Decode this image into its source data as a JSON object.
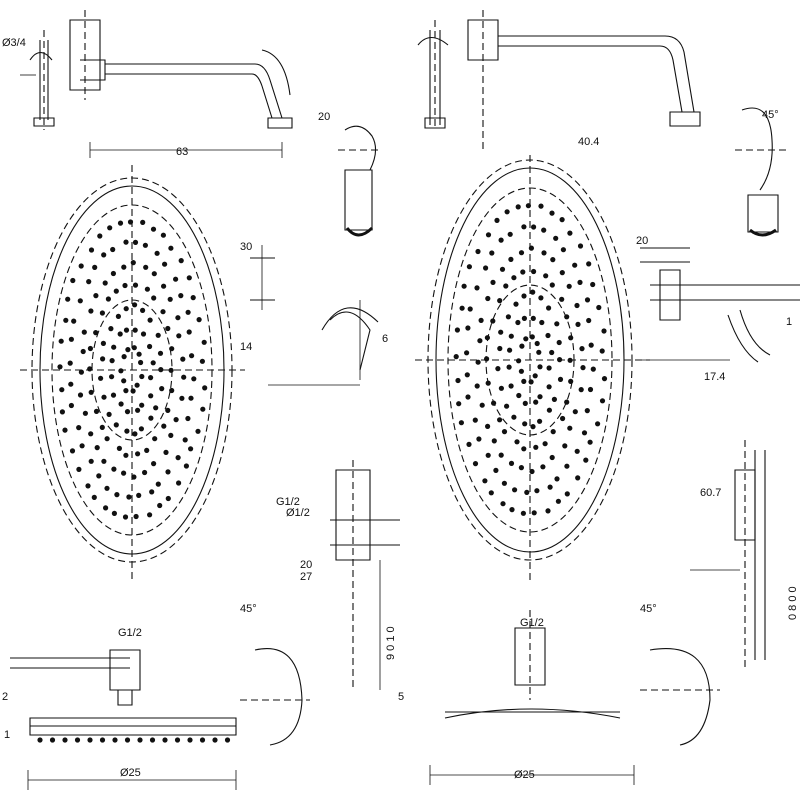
{
  "drawing": {
    "colors": {
      "line": "#111111",
      "background": "#ffffff"
    },
    "labels": {
      "tl_dia": "Ø3/4",
      "tl_pipe_len": "63",
      "tl_nozzle_20": "20",
      "tr_pipe_len": "40.4",
      "tr_angle": "45°",
      "mid_30": "30",
      "mid_6": "6",
      "mid_14": "14",
      "right_20": "20",
      "right_17": "17.4",
      "right_1": "1",
      "center_g12": "G1/2",
      "center_d1_2": "Ø1/2",
      "center_20": "20",
      "center_27": "27",
      "center_901": "9 0 1 0",
      "right_607": "60.7",
      "right_0800": "0 8 0 0",
      "bl_top": "G1/2",
      "bl_2": "2",
      "bl_1": "1",
      "bl_width": "Ø25",
      "bc_top": "G1/2",
      "bc_5": "5",
      "bc_width": "Ø25",
      "angle_left": "45°",
      "angle_right": "45°"
    }
  }
}
